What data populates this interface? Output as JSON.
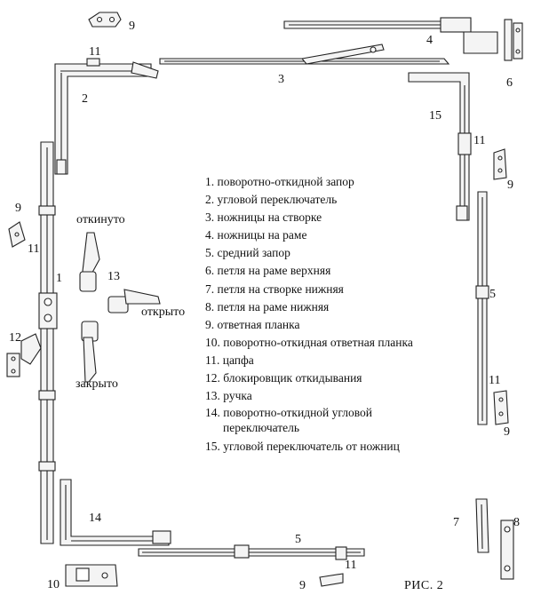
{
  "callouts": {
    "n9_top": "9",
    "n11_top": "11",
    "n4": "4",
    "n3": "3",
    "n2": "2",
    "n6": "6",
    "n15": "15",
    "n11_right": "11",
    "n9_right": "9",
    "n9_left": "9",
    "n11_left": "11",
    "n1": "1",
    "n13": "13",
    "n12": "12",
    "n5_right": "5",
    "n11_right_low": "11",
    "n9_right_low": "9",
    "n7": "7",
    "n8": "8",
    "n14": "14",
    "n5_bottom": "5",
    "n11_bottom": "11",
    "n9_bottom": "9",
    "n10": "10"
  },
  "handle_positions": {
    "tilted": "откинуто",
    "open": "открыто",
    "closed": "закрыто"
  },
  "legend": [
    "1. поворотно-откидной запор",
    "2. угловой переключатель",
    "3. ножницы на створке",
    "4. ножницы на раме",
    "5. средний запор",
    "6. петля на раме верхняя",
    "7. петля на створке нижняя",
    "8. петля на раме нижняя",
    "9. ответная планка",
    "10. поворотно-откидная ответная планка",
    "11. цапфа",
    "12. блокировщик откидывания",
    "13. ручка",
    "14. поворотно-откидной угловой переключатель",
    "15. угловой переключатель от ножниц"
  ],
  "figure_label": "РИС.  2"
}
